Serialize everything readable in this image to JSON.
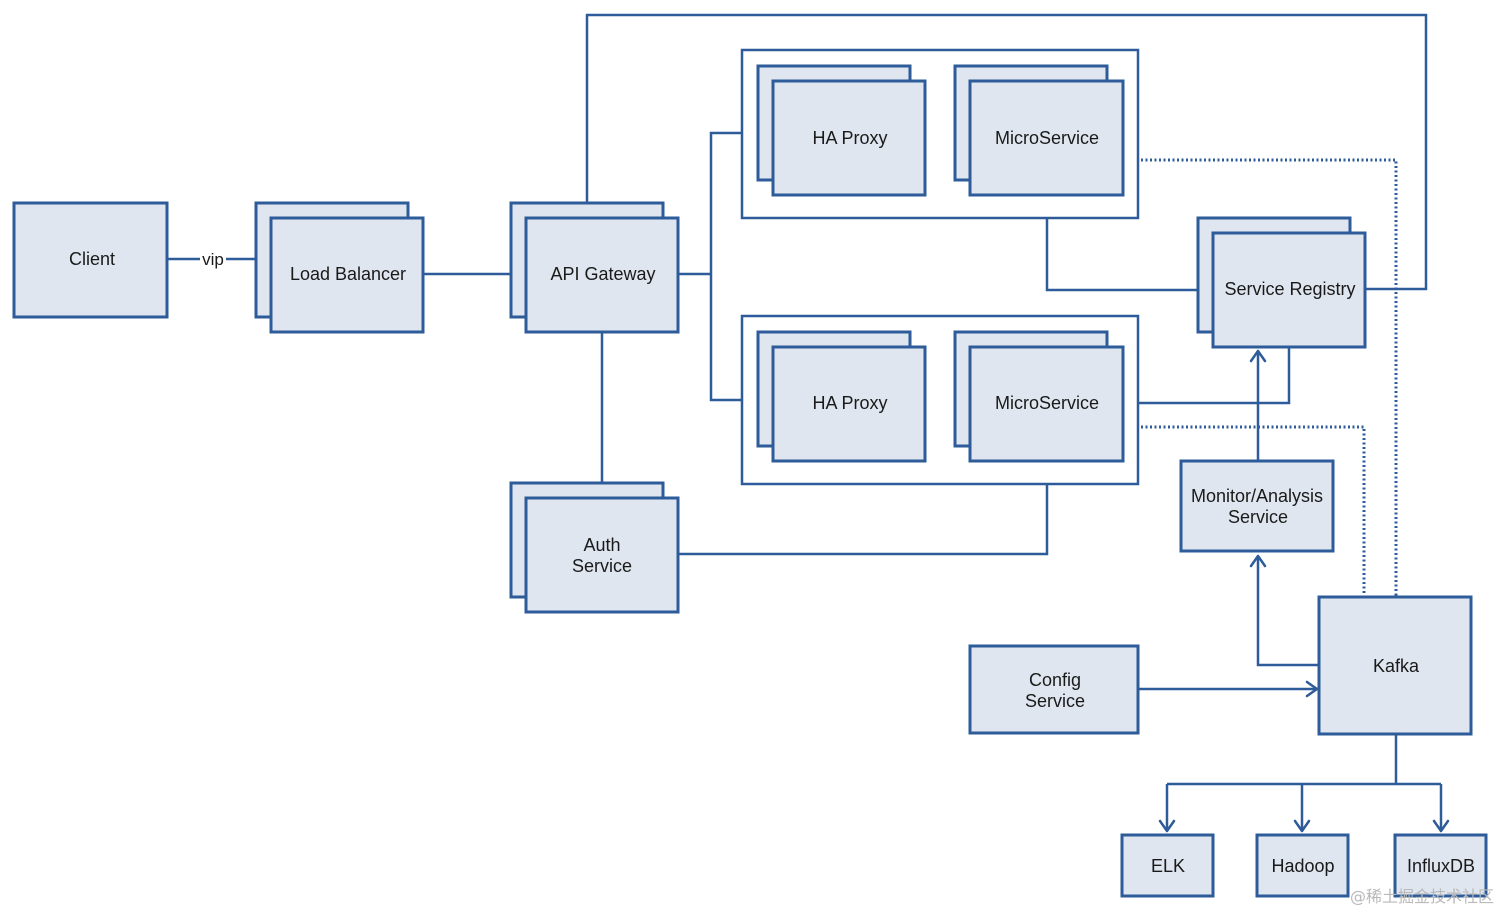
{
  "nodes": {
    "client": "Client",
    "load_balancer": "Load Balancer",
    "api_gateway": "API Gateway",
    "ha_proxy_top": "HA Proxy",
    "microservice_top": "MicroService",
    "ha_proxy_bottom": "HA Proxy",
    "microservice_bottom": "MicroService",
    "service_registry": "Service Registry",
    "auth_service": [
      "Auth",
      "Service"
    ],
    "monitor_service": [
      "Monitor/Analysis",
      "Service"
    ],
    "config_service": [
      "Config",
      "Service"
    ],
    "kafka": "Kafka",
    "elk": "ELK",
    "hadoop": "Hadoop",
    "influxdb": "InfluxDB"
  },
  "edges": {
    "client_to_lb": "vip"
  },
  "watermark": "@稀土掘金技术社区",
  "colors": {
    "stroke": "#2e5c9a",
    "box_fill": "#dfe6ef",
    "background": "#ffffff"
  }
}
